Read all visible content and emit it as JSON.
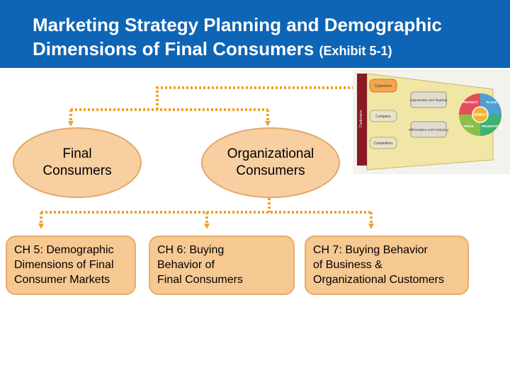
{
  "title": {
    "line1": "Marketing Strategy Planning and Demographic",
    "line2_main": "Dimensions of Final Consumers",
    "line2_small": "(Exhibit 5-1)"
  },
  "ovals": [
    {
      "label": "Final\nConsumers"
    },
    {
      "label": "Organizational\nConsumers"
    }
  ],
  "chapters": [
    {
      "label": "CH 5: Demographic\nDimensions of Final\nConsumer Markets"
    },
    {
      "label": "CH 6: Buying\nBehavior of\nFinal Consumers"
    },
    {
      "label": "CH 7: Buying Behavior\nof Business &\nOrganizational Customers"
    }
  ],
  "mini_exhibit": {
    "side_label": "Customers",
    "boxes": [
      "Customers",
      "Company",
      "Competitors"
    ],
    "steps": [
      "Segmentation and Targeting",
      "Differentiation and Positioning"
    ],
    "wheel": [
      "PRODUCT",
      "PLACE",
      "PRICE",
      "PROMOTION"
    ],
    "center": "TARGET"
  },
  "colors": {
    "title_bg": "#0e65b5",
    "oval_fill": "#f7cfa1",
    "box_fill": "#f6c892",
    "arrow": "#f0a030"
  }
}
